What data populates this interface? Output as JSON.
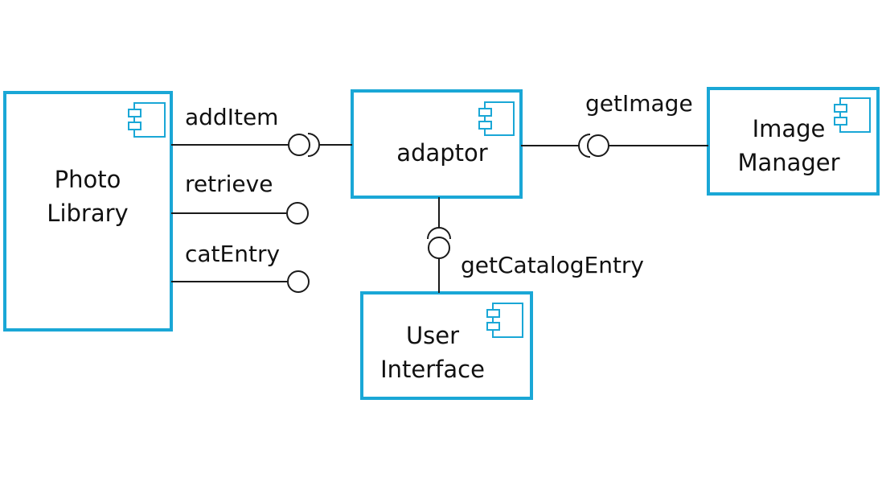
{
  "components": {
    "photo_library": {
      "line1": "Photo",
      "line2": "Library"
    },
    "adaptor": {
      "label": "adaptor"
    },
    "image_manager": {
      "line1": "Image",
      "line2": "Manager"
    },
    "user_interface": {
      "line1": "User",
      "line2": "Interface"
    }
  },
  "interfaces": {
    "add_item": "addItem",
    "retrieve": "retrieve",
    "cat_entry": "catEntry",
    "get_image": "getImage",
    "get_catalog_entry": "getCatalogEntry"
  },
  "colors": {
    "component_border": "#1aa7d6",
    "line": "#1a1a1a"
  },
  "icon": "uml-component-icon"
}
